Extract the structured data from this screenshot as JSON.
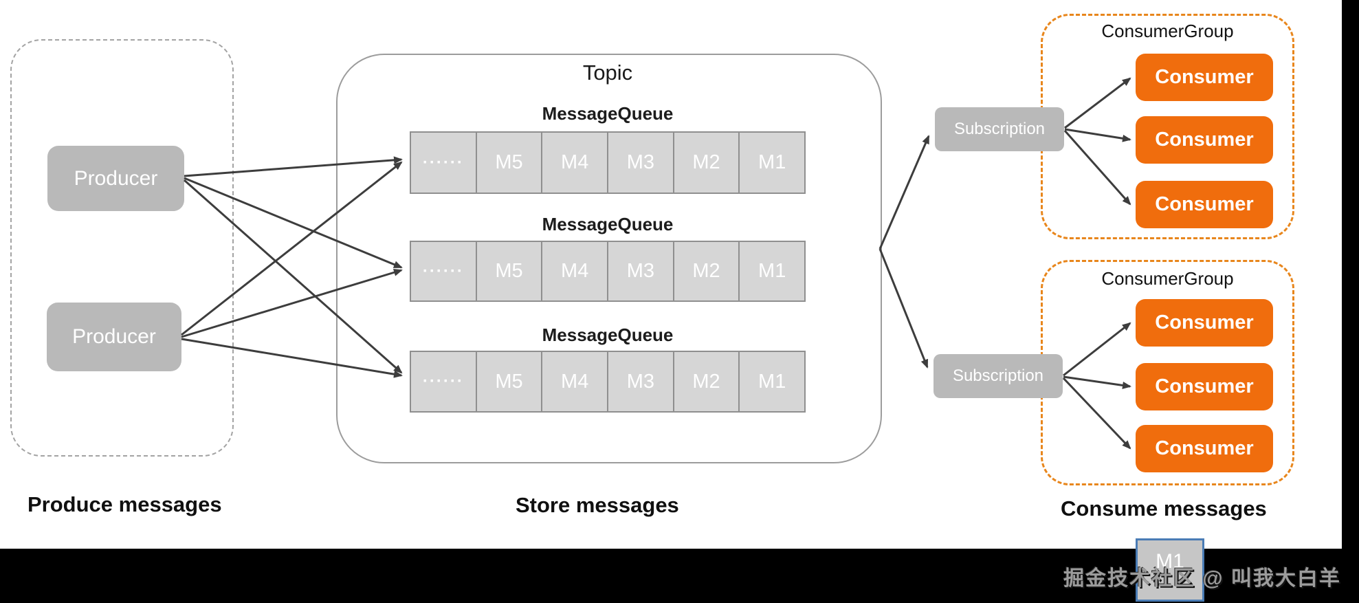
{
  "produce": {
    "label": "Produce messages",
    "producers": [
      "Producer",
      "Producer"
    ]
  },
  "topic": {
    "title": "Topic",
    "label": "Store messages",
    "queues": [
      {
        "title": "MessageQueue",
        "cells": [
          "······",
          "M5",
          "M4",
          "M3",
          "M2",
          "M1"
        ]
      },
      {
        "title": "MessageQueue",
        "cells": [
          "······",
          "M5",
          "M4",
          "M3",
          "M2",
          "M1"
        ]
      },
      {
        "title": "MessageQueue",
        "cells": [
          "······",
          "M5",
          "M4",
          "M3",
          "M2",
          "M1"
        ]
      }
    ]
  },
  "consume": {
    "label": "Consume messages",
    "subscriptions": [
      "Subscription",
      "Subscription"
    ],
    "groups": [
      {
        "title": "ConsumerGroup",
        "consumers": [
          "Consumer",
          "Consumer",
          "Consumer"
        ]
      },
      {
        "title": "ConsumerGroup",
        "consumers": [
          "Consumer",
          "Consumer",
          "Consumer"
        ]
      }
    ]
  },
  "overlay": {
    "dragged_cell": "M1",
    "watermark": "掘金技术社区 @ 叫我大白羊"
  },
  "colors": {
    "consumer_orange": "#f06d0d",
    "group_dash_orange": "#e8861c",
    "node_gray": "#b9b9b9",
    "cell_gray": "#d6d6d6",
    "arrow_dark": "#3d3d3d",
    "drag_border_blue": "#4a7cb5"
  }
}
